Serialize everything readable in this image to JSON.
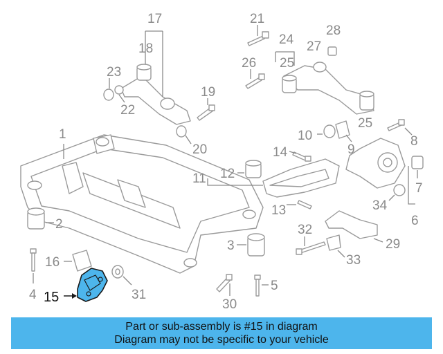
{
  "diagram": {
    "labels": [
      "1",
      "2",
      "3",
      "4",
      "5",
      "6",
      "7",
      "8",
      "9",
      "10",
      "11",
      "12",
      "13",
      "14",
      "15",
      "16",
      "17",
      "18",
      "19",
      "20",
      "21",
      "22",
      "23",
      "24",
      "25",
      "26",
      "27",
      "28",
      "29",
      "30",
      "31",
      "32",
      "33",
      "34",
      "25"
    ],
    "highlight_label": "15",
    "highlight_color": "#4db5ec"
  },
  "banner": {
    "line1": "Part or sub-assembly is #15 in diagram",
    "line2": "Diagram may not be specific to your vehicle",
    "background": "#4db5ec"
  }
}
